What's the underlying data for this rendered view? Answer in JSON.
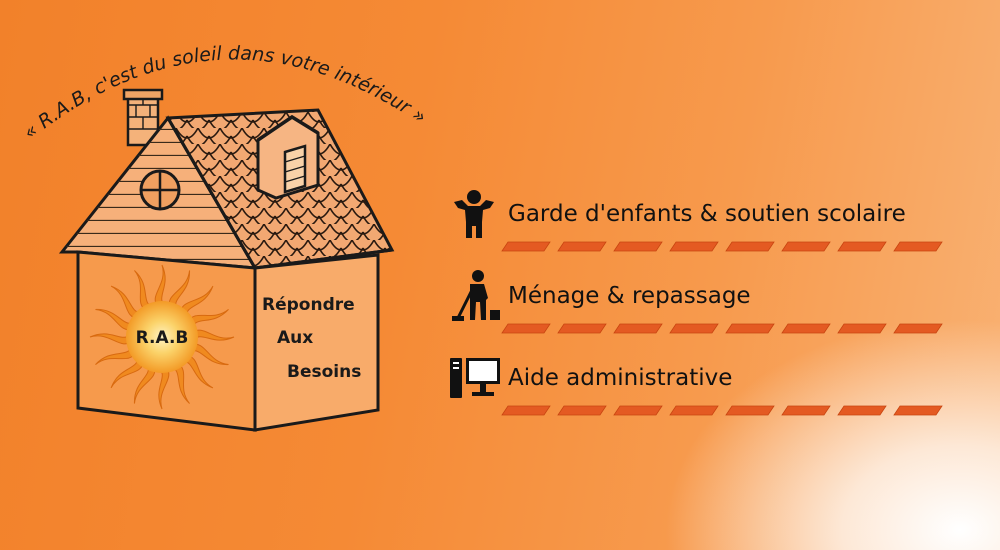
{
  "slogan": "« R.A.B, c'est du soleil dans votre intérieur »",
  "sun_label": "R.A.B",
  "wall_text": [
    "Répondre",
    "Aux",
    "Besoins"
  ],
  "services": [
    {
      "label": "Garde d'enfants & soutien scolaire",
      "icon": "child-icon"
    },
    {
      "label": "Ménage & repassage",
      "icon": "cleaning-person-icon"
    },
    {
      "label": "Aide administrative",
      "icon": "computer-icon"
    }
  ],
  "colors": {
    "background": "#f58a35",
    "dash": "#e8612a",
    "ink": "#111111"
  }
}
